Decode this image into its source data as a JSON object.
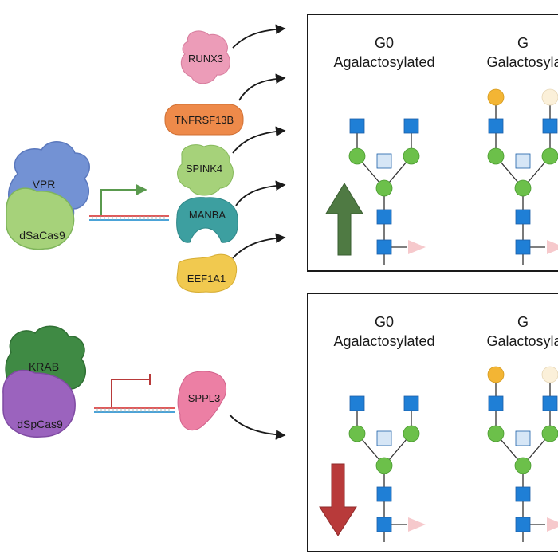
{
  "activation": {
    "effector": "VPR",
    "cas": "dSaCas9",
    "targets": [
      "RUNX3",
      "TNFRSF13B",
      "SPINK4",
      "MANBA",
      "EEF1A1"
    ]
  },
  "repression": {
    "effector": "KRAB",
    "cas": "dSpCas9",
    "target": "SPPL3"
  },
  "panels": [
    {
      "g0_title": "G0",
      "g0_subtitle": "Agalactosylated",
      "g_title": "G",
      "g_subtitle": "Galactosylat",
      "trend": "up",
      "trend_color": "#4f7a43"
    },
    {
      "g0_title": "G0",
      "g0_subtitle": "Agalactosylated",
      "g_title": "G",
      "g_subtitle": "Galactosylat",
      "trend": "down",
      "trend_color": "#b83a3a"
    }
  ],
  "colors": {
    "glcnac": "#1f7fd6",
    "mannose": "#6cc04a",
    "galactose": "#f3b534",
    "galactose_pale": "#fbf0d9",
    "bisecting": "#d6e6f6",
    "fucose": "#f6c9cc",
    "vpr": "#7392d4",
    "sacas9": "#a6d27a",
    "krab": "#3f8a44",
    "spcas9": "#9b63be"
  }
}
